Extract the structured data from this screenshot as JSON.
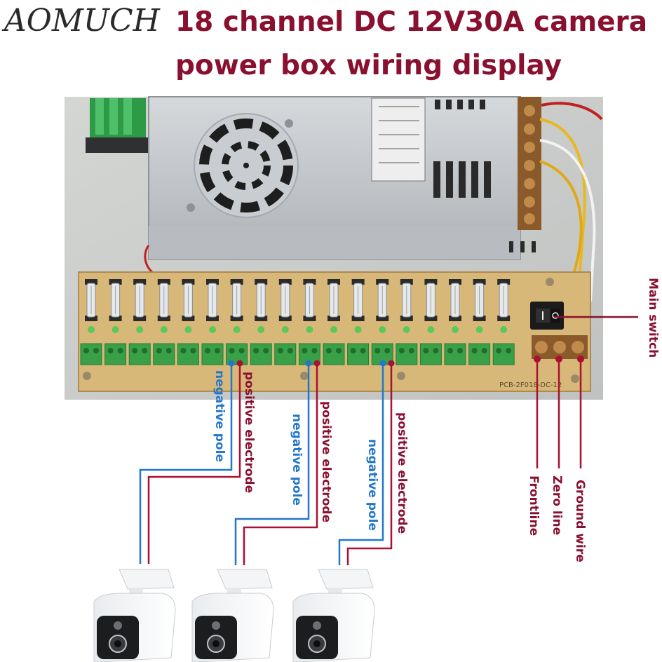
{
  "brand": "AOMUCH",
  "title_line1": "18 channel DC 12V30A camera",
  "title_line2": "power box wiring display",
  "board_code": "PCB-2F018-DC-12",
  "labels": {
    "main_switch": "Main switch",
    "negative_pole": "negative pole",
    "positive_electrode": "positive electrode",
    "frontline": "Frontline",
    "zero_line": "Zero line",
    "ground_wire": "Ground wire"
  },
  "colors": {
    "title": "#8a1030",
    "negative": "#2277cc",
    "positive": "#aa1030",
    "pcb": "#d8b878",
    "terminal": "#3aa048",
    "psu": "#c8ccd0",
    "box": "#cfd1cf"
  },
  "channel_count": 18,
  "camera_count": 3
}
